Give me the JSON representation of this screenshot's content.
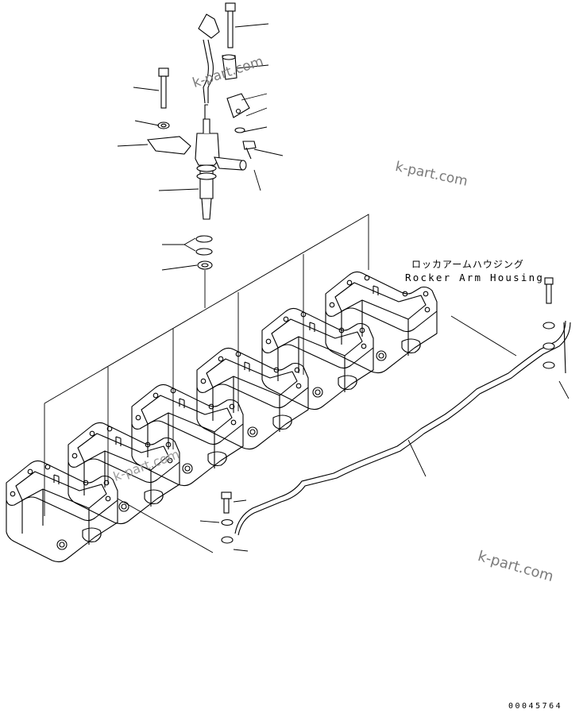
{
  "labels": {
    "title_jp": "ロッカアームハウジング",
    "title_en": "Rocker Arm Housing",
    "drawing_code": "00045764"
  },
  "watermarks": [
    "k-part.com",
    "k-part.com",
    "k-part.com",
    "k-part.com"
  ]
}
